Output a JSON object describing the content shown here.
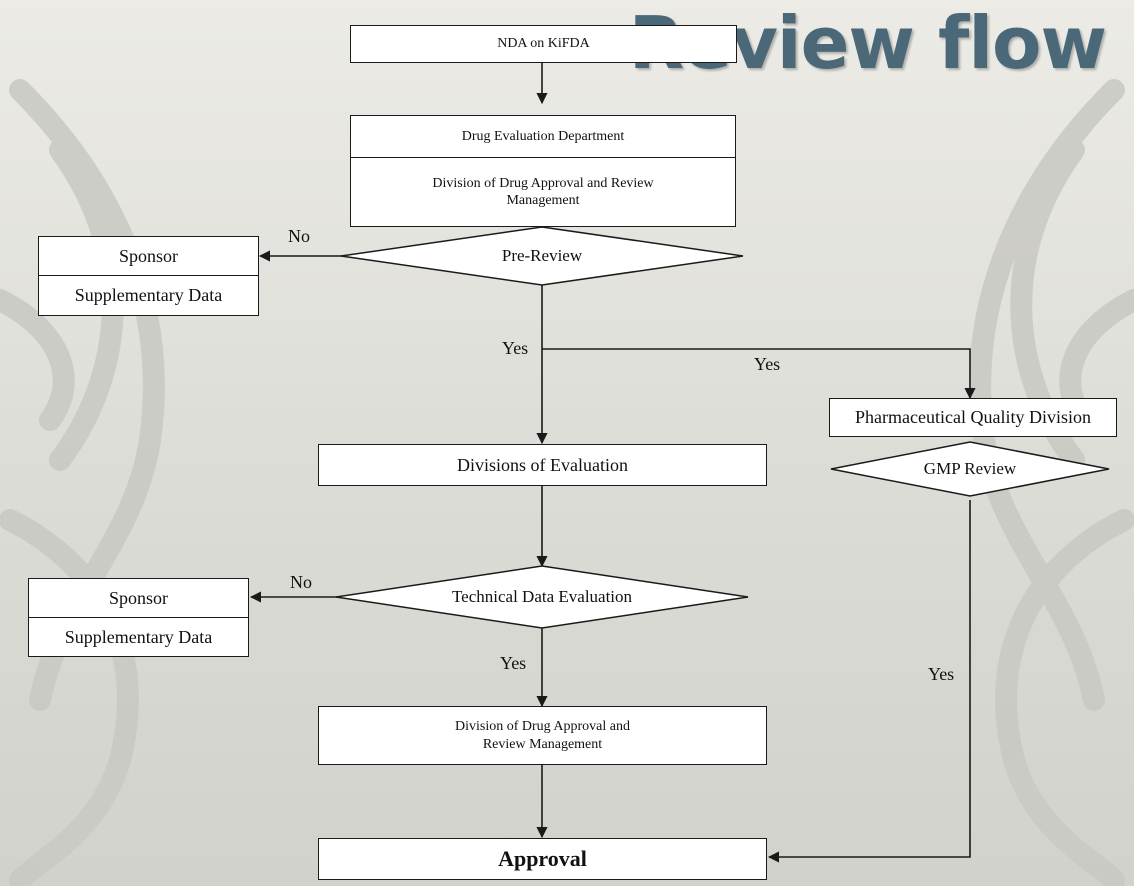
{
  "title": "Review flow",
  "colors": {
    "title": "#4a6878",
    "box_fill": "#ffffff",
    "line": "#1a1a1a",
    "background": "#e4e4df"
  },
  "nodes": {
    "nda": "NDA on KiFDA",
    "drug_eval_dept": "Drug Evaluation Department",
    "drug_approval_division_top": "Division of Drug Approval and Review Management",
    "pre_review": "Pre-Review",
    "sponsor_1": "Sponsor",
    "supp_data_1": "Supplementary Data",
    "pharm_quality": "Pharmaceutical Quality Division",
    "gmp_review": "GMP Review",
    "divisions_eval": "Divisions of Evaluation",
    "tech_data_eval": "Technical Data Evaluation",
    "sponsor_2": "Sponsor",
    "supp_data_2": "Supplementary Data",
    "drug_approval_division_bottom": "Division of Drug Approval and Review Management",
    "approval": "Approval"
  },
  "edge_labels": {
    "pre_review_no": "No",
    "pre_review_yes": "Yes",
    "pre_review_yes_gmp": "Yes",
    "tech_no": "No",
    "tech_yes": "Yes",
    "gmp_yes": "Yes"
  }
}
